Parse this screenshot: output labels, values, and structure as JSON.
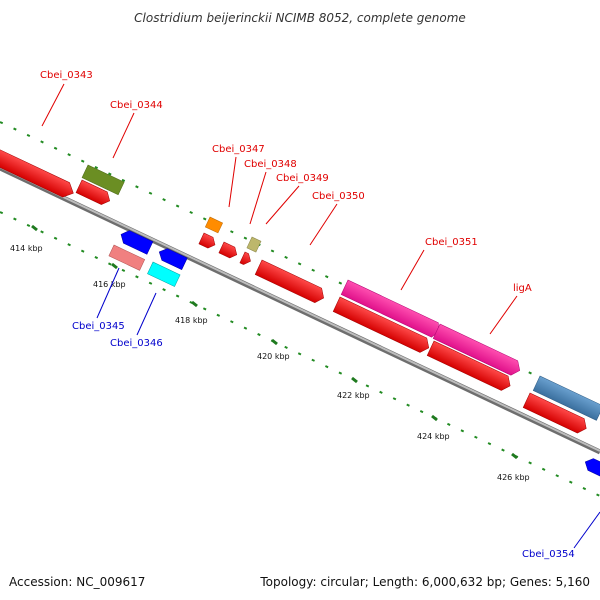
{
  "title": "Clostridium beijerinckii NCIMB 8052, complete genome",
  "footer": {
    "accession": "Accession: NC_009617",
    "topology": "Topology: circular; Length: 6,000,632 bp; Genes: 5,160"
  },
  "ticks": [
    "414 kbp",
    "416 kbp",
    "418 kbp",
    "420 kbp",
    "422 kbp",
    "424 kbp",
    "426 kbp"
  ],
  "gene_labels": {
    "cbei_0343": "Cbei_0343",
    "cbei_0344": "Cbei_0344",
    "cbei_0345": "Cbei_0345",
    "cbei_0346": "Cbei_0346",
    "cbei_0347": "Cbei_0347",
    "cbei_0348": "Cbei_0348",
    "cbei_0349": "Cbei_0349",
    "cbei_0350": "Cbei_0350",
    "cbei_0351": "Cbei_0351",
    "ligA": "ligA",
    "cbei_0354": "Cbei_0354"
  },
  "colors": {
    "forward": "#ff0000",
    "reverse": "#0000ff",
    "backbone": "#888888",
    "dots": "#228b22",
    "olive": "#6b8e23",
    "orange": "#ff8c00",
    "khaki": "#bdb76b",
    "pink": "#f08080",
    "cyan": "#00ffff",
    "magenta": "#ff1493",
    "steelblue": "#4682b4"
  }
}
